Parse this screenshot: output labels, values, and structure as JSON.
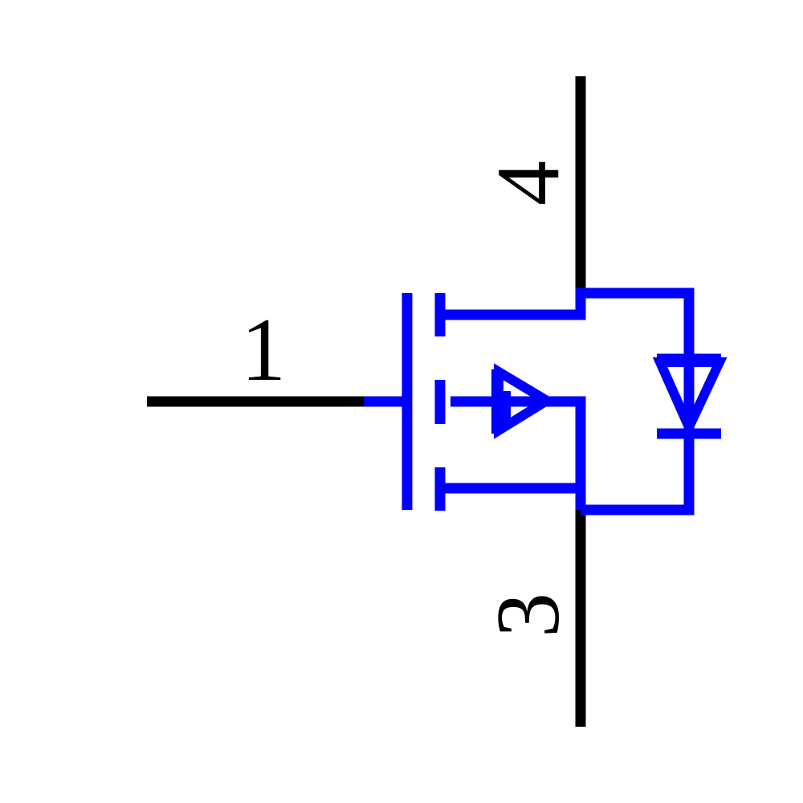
{
  "pins": {
    "gate": "1",
    "drain": "4",
    "source": "3"
  },
  "colors": {
    "lead": "#000000",
    "symbol": "#0000ff"
  }
}
